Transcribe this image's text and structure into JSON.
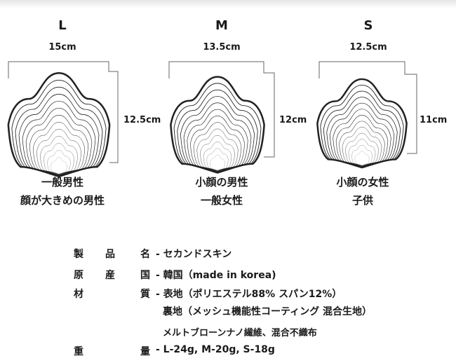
{
  "sizes": [
    {
      "letter": "L",
      "width": "15cm",
      "height": "12.5cm",
      "caption": [
        "一般男性",
        "顔が大きめの男性"
      ]
    },
    {
      "letter": "M",
      "width": "13.5cm",
      "height": "12cm",
      "caption": [
        "小顔の男性",
        "一般女性"
      ]
    },
    {
      "letter": "S",
      "width": "12.5cm",
      "height": "11cm",
      "caption": [
        "小顔の女性",
        "子供"
      ]
    }
  ],
  "spec": {
    "product": {
      "c1": "製",
      "c2": "品",
      "c3": "名",
      "value": "- セカンドスキン"
    },
    "origin": {
      "c1": "原",
      "c2": "産",
      "c3": "国",
      "value": "- 韓国（made in korea)"
    },
    "material": {
      "c1": "材",
      "c3": "質",
      "value": "- 表地（ポリエステル88% スパン12%）",
      "line2": "裏地（メッシュ機能性コーティング 混合生地）",
      "line3": "メルトブローンナノ繊維、混合不織布"
    },
    "weight": {
      "c1": "重",
      "c3": "量",
      "value": "- L-24g, M-20g, S-18g"
    }
  }
}
